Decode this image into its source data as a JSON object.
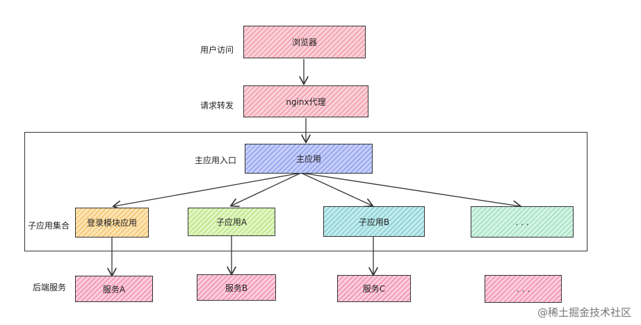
{
  "labels": {
    "user_access": "用户访问",
    "forward": "请求转发",
    "main_entry": "主应用入口",
    "sub_set": "子应用集合",
    "backend": "后端服务"
  },
  "nodes": {
    "browser": "浏览器",
    "nginx": "nginx代理",
    "main_app": "主应用",
    "login_app": "登录模块应用",
    "sub_a": "子应用A",
    "sub_b": "子应用B",
    "sub_more": ". . .",
    "svc_a": "服务A",
    "svc_b": "服务B",
    "svc_c": "服务C",
    "svc_more": ". . ."
  },
  "watermark": "@稀土掘金技术社区",
  "colors": {
    "pink": "#f4a6b4",
    "blue": "#9aa8ef",
    "yellow": "#f7c97a",
    "green": "#c2e88e",
    "cyan": "#8fd4d6",
    "mint": "#a9e4c7",
    "rose": "#f49ab8"
  }
}
